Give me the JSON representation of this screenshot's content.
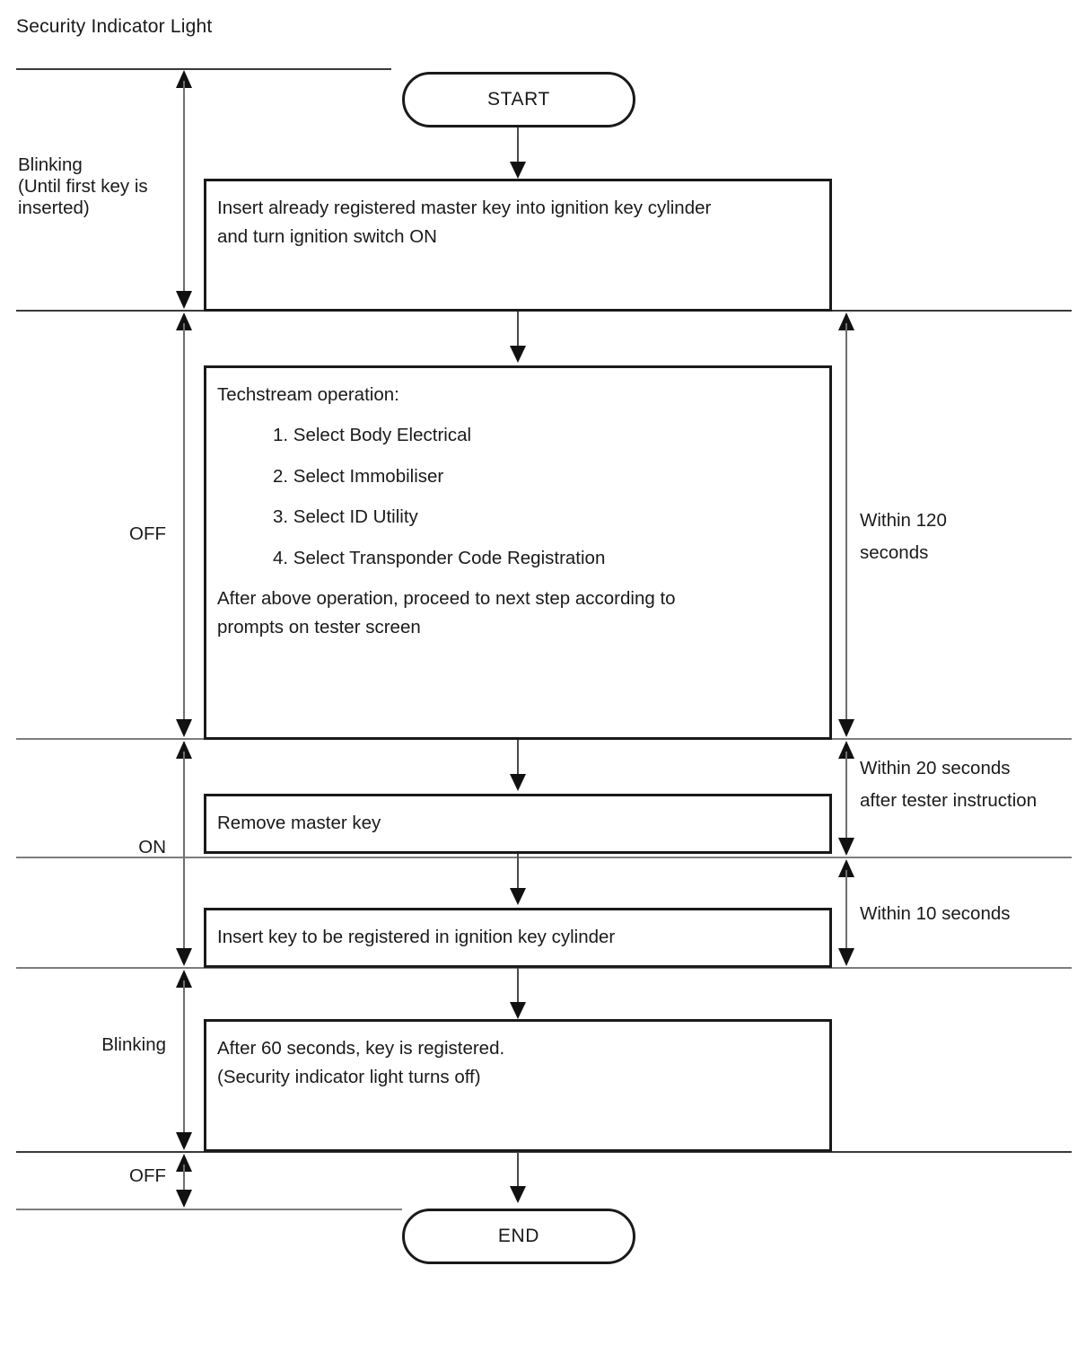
{
  "title": "Security Indicator Light",
  "nodes": {
    "start": "START",
    "end": "END",
    "step1": {
      "line1": "Insert already registered master key into ignition key cylinder",
      "line2": "and turn ignition switch ON"
    },
    "step2": {
      "heading": "Techstream operation:",
      "items": [
        "1. Select Body Electrical",
        "2. Select Immobiliser",
        "3. Select ID Utility",
        "4. Select Transponder Code Registration"
      ],
      "footer1": "After above operation, proceed to next step according to",
      "footer2": "prompts on tester screen"
    },
    "step3": {
      "line1": "Remove master key"
    },
    "step4": {
      "line1": "Insert key to be registered in ignition key cylinder"
    },
    "step5": {
      "line1": "After 60 seconds, key is registered.",
      "line2": "(Security indicator light turns off)"
    }
  },
  "indicator_states": [
    {
      "label_line1": "Blinking",
      "label_line2": "(Until first key is",
      "label_line3": "inserted)"
    },
    {
      "label_line1": "OFF"
    },
    {
      "label_line1": "ON"
    },
    {
      "label_line1": "Blinking"
    },
    {
      "label_line1": "OFF"
    }
  ],
  "timings": [
    {
      "line1": "Within 120",
      "line2": "seconds"
    },
    {
      "line1": "Within 20 seconds",
      "line2": "after tester instruction"
    },
    {
      "line1": "Within 10 seconds"
    }
  ],
  "colors": {
    "stroke": "#1a1a1a",
    "divider": "#7d7d7d",
    "connector": "#4a4a4a",
    "background": "#ffffff"
  }
}
